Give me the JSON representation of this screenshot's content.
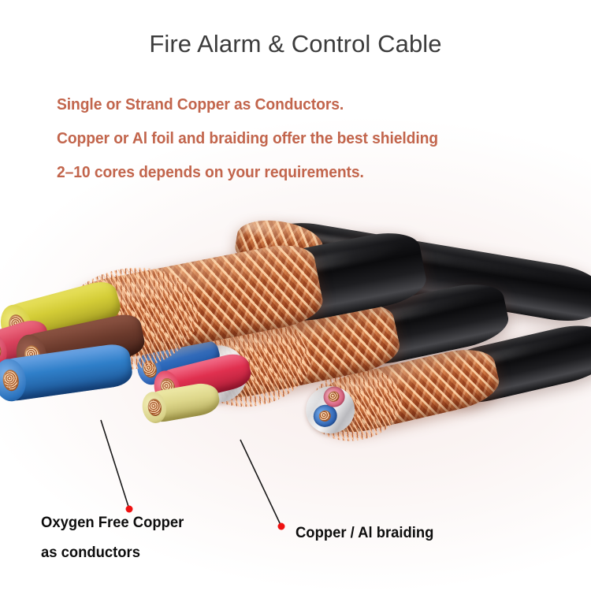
{
  "header": {
    "title": "Fire Alarm & Control Cable"
  },
  "features": [
    "Single or Strand Copper as Conductors.",
    "Copper or Al foil and braiding offer the best shielding",
    "2–10 cores depends on your requirements."
  ],
  "annotations": [
    {
      "id": "conductors",
      "line1": "Oxygen Free Copper",
      "line2": "as conductors",
      "marker_color": "#ef1111"
    },
    {
      "id": "braiding",
      "line1": "Copper / Al braiding",
      "line2": "",
      "marker_color": "#ef1111"
    }
  ],
  "photo": {
    "alt": "Four fire alarm control cables with black jacket peeled back exposing copper braid shielding and colored insulated cores",
    "background": "#ffffff",
    "cables": [
      {
        "name": "cable-4-core",
        "jacket_color": "#0b0b0d",
        "braid_color": "#b8693a",
        "cores": [
          "yellow",
          "red",
          "brown",
          "blue"
        ],
        "core_colors": [
          "#d8d23f",
          "#d8415c",
          "#6b3a2c",
          "#2f7fc9"
        ]
      },
      {
        "name": "cable-3-core",
        "jacket_color": "#0b0b0d",
        "braid_color": "#b8693a",
        "cores": [
          "blue",
          "red",
          "yellow"
        ],
        "core_colors": [
          "#2f6fc4",
          "#e0304f",
          "#ddd68a"
        ],
        "foil": "#e8e8ea"
      },
      {
        "name": "cable-2-core",
        "jacket_color": "#0b0b0d",
        "braid_color": "#b8693a",
        "cores": [
          "blue",
          "pink"
        ],
        "core_colors": [
          "#3a74c6",
          "#e06a86"
        ],
        "foil": "#f0f0f2"
      },
      {
        "name": "cable-rear",
        "jacket_color": "#0b0b0d",
        "braid_color": "#b8693a",
        "cores": [],
        "core_colors": []
      }
    ]
  },
  "colors": {
    "title_text": "#3c3c3c",
    "feature_text": "#c2654c",
    "callout_text": "#0d0d0d",
    "marker": "#ef1111",
    "leader_line": "#1a1a1a",
    "copper": "#c07a50",
    "jacket": "#0b0b0d"
  }
}
